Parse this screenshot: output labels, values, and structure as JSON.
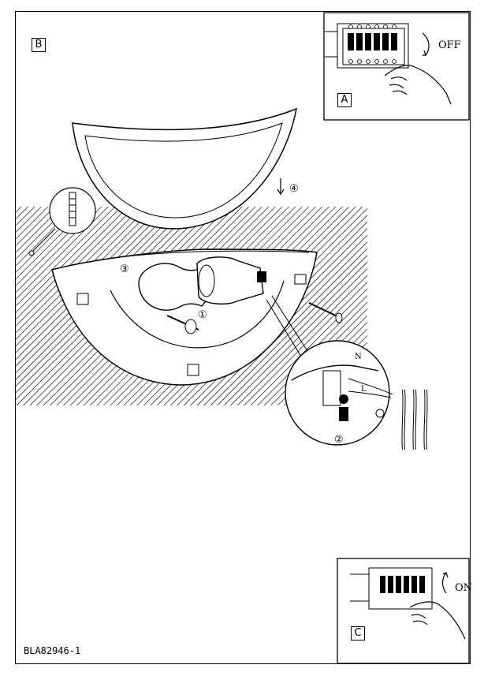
{
  "labels": {
    "panel_main": "B",
    "panel_off": "A",
    "panel_on": "C"
  },
  "switch_off_text": "OFF",
  "switch_on_text": "ON",
  "steps": [
    "①",
    "②",
    "③",
    "④"
  ],
  "wire_labels": {
    "neutral": "N",
    "live": "L"
  },
  "document_code": "BLA82946-1"
}
